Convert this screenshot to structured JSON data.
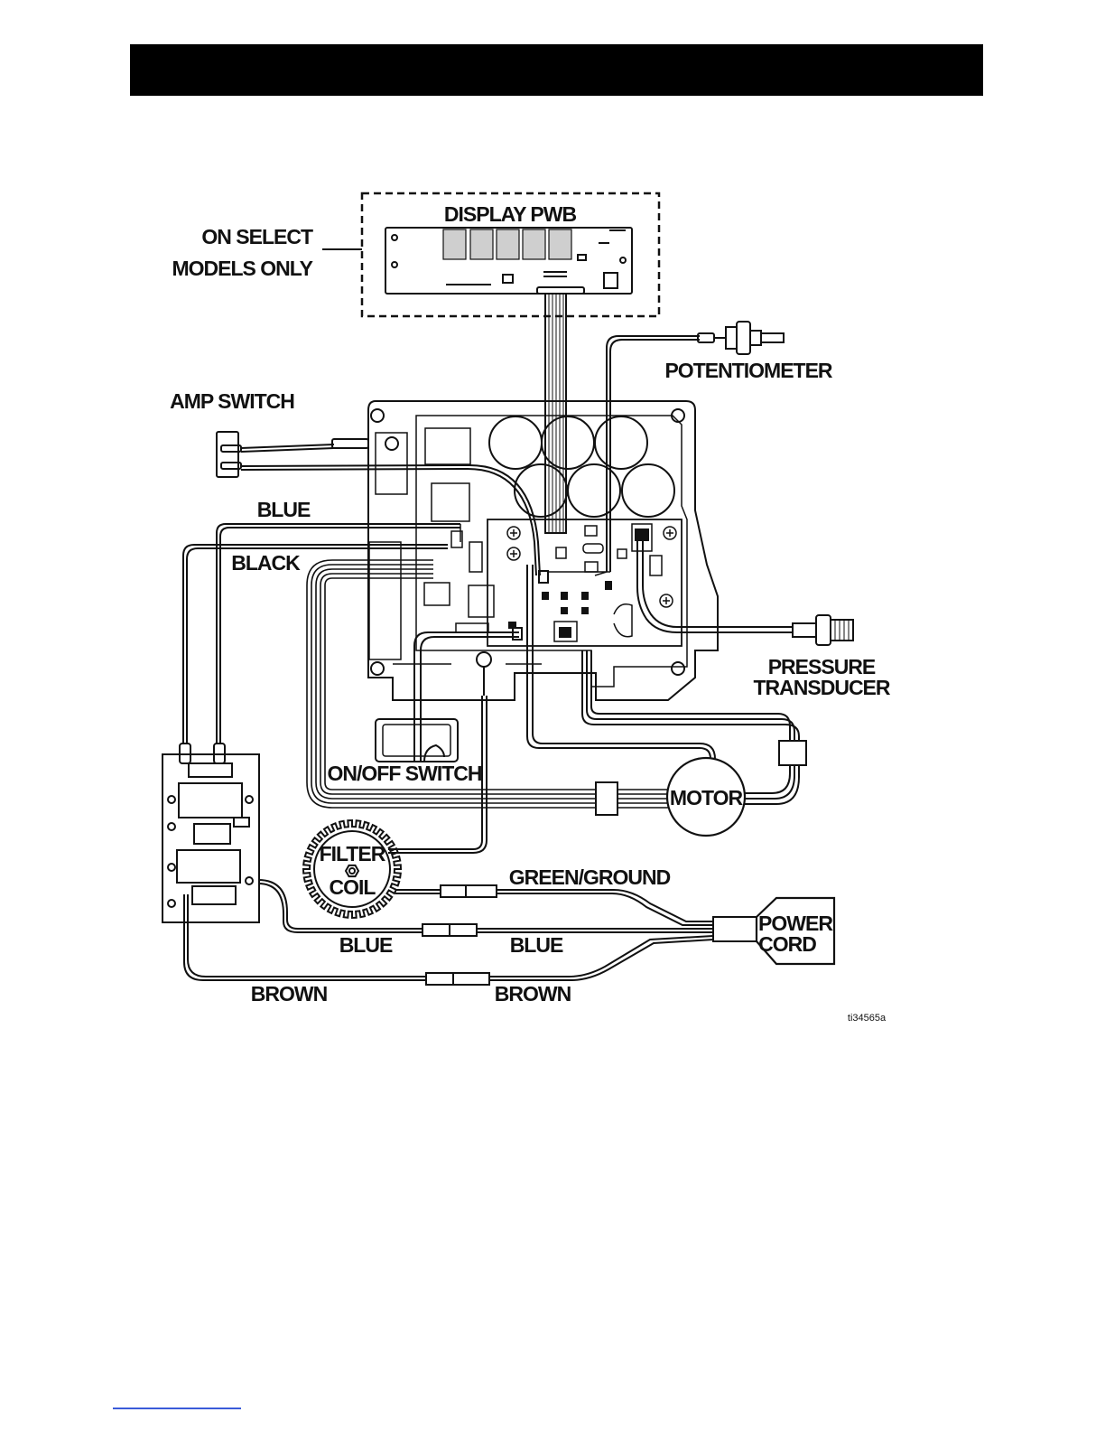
{
  "labels": {
    "display_pwb": "DISPLAY PWB",
    "on_select_line1": "ON SELECT",
    "on_select_line2": "MODELS ONLY",
    "potentiometer": "POTENTIOMETER",
    "amp_switch": "AMP SWITCH",
    "blue_top": "BLUE",
    "black": "BLACK",
    "pressure_line1": "PRESSURE",
    "pressure_line2": "TRANSDUCER",
    "on_off_switch": "ON/OFF SWITCH",
    "motor": "MOTOR",
    "filter_line1": "FILTER",
    "filter_line2": "COIL",
    "green_ground": "GREEN/GROUND",
    "power_line1": "POWER",
    "power_line2": "CORD",
    "blue_left": "BLUE",
    "blue_right": "BLUE",
    "brown_left": "BROWN",
    "brown_right": "BROWN",
    "figure_id": "ti34565a"
  },
  "colors": {
    "header": "#000000",
    "line": "#111111",
    "footer_link": "#3b5bd9"
  }
}
